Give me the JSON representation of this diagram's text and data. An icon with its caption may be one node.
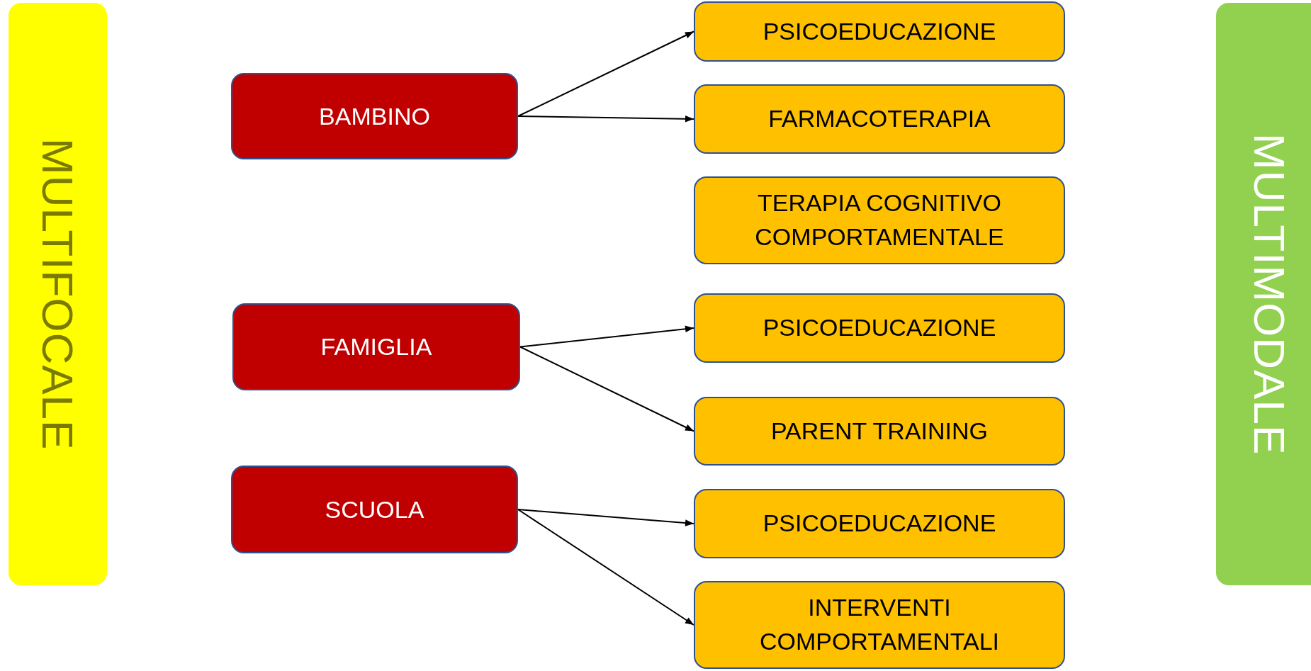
{
  "diagram": {
    "nodes": [
      {
        "text": [
          "MULTIFOCALE"
        ]
      },
      {
        "text": [
          "BAMBINO"
        ]
      },
      {
        "text": [
          "PSICOEDUCAZIONE"
        ]
      },
      {
        "text": [
          "FARMACOTERAPIA"
        ]
      },
      {
        "text": [
          "TERAPIA COGNITIVO COMPORTAMENTALE"
        ]
      },
      {
        "text": [
          "FAMIGLIA"
        ]
      },
      {
        "text": [
          "PSICOEDUCAZIONE"
        ]
      },
      {
        "text": [
          "PARENT TRAINING"
        ]
      },
      {
        "text": [
          "SCUOLA"
        ]
      },
      {
        "text": [
          "PSICOEDUCAZIONE"
        ]
      },
      {
        "text": [
          "INTERVENTI COMPORTAMENTALI"
        ]
      },
      {
        "text": [
          "MULTIMODALE"
        ]
      }
    ],
    "edges": [
      {
        "from": 1,
        "to": 2,
        "arrow": "to"
      },
      {
        "from": 1,
        "to": 3,
        "arrow": "to"
      },
      {
        "from": 5,
        "to": 6,
        "arrow": "to"
      },
      {
        "from": 5,
        "to": 7,
        "arrow": "to"
      },
      {
        "from": 8,
        "to": 9,
        "arrow": "to"
      },
      {
        "from": 8,
        "to": 10,
        "arrow": "to"
      }
    ]
  }
}
